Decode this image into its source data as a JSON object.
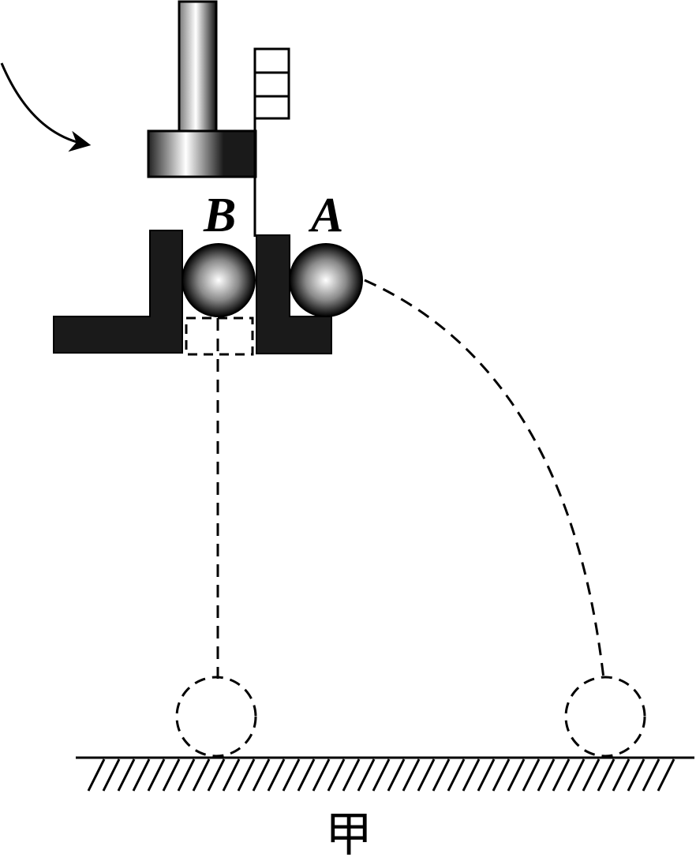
{
  "labels": {
    "ball_b": "B",
    "ball_a": "A",
    "caption": "甲"
  },
  "colors": {
    "ink": "#000000",
    "block": "#1a1a1a",
    "background": "#ffffff"
  }
}
